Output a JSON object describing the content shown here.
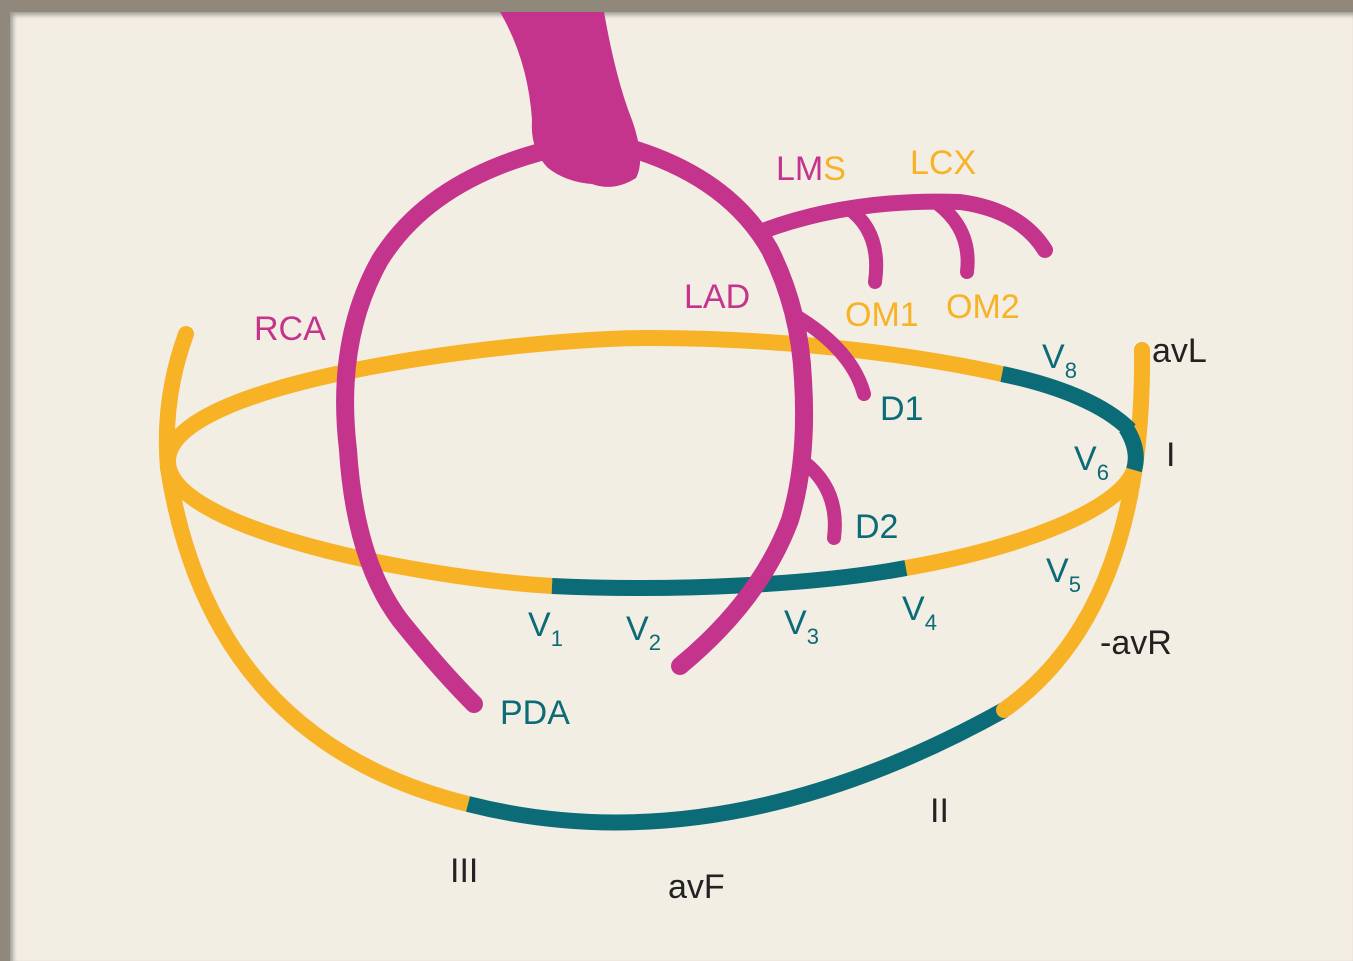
{
  "colors": {
    "artery": "#c4348d",
    "limb_yellow": "#f7b226",
    "lead_teal": "#0b6b76",
    "black_text": "#222222",
    "panel": "#f3eee4"
  },
  "labels": {
    "lms_prefix": "LM",
    "lms_suffix": "S",
    "lcx": "LCX",
    "rca": "RCA",
    "lad": "LAD",
    "om1": "OM1",
    "om2": "OM2",
    "d1": "D1",
    "d2": "D2",
    "pda": "PDA",
    "v8": "V",
    "v8_sub": "8",
    "v6": "V",
    "v6_sub": "6",
    "v5": "V",
    "v5_sub": "5",
    "v4": "V",
    "v4_sub": "4",
    "v3": "V",
    "v3_sub": "3",
    "v2": "V",
    "v2_sub": "2",
    "v1": "V",
    "v1_sub": "1",
    "avl": "avL",
    "lead_i": "I",
    "neg_avr": "-avR",
    "lead_ii": "II",
    "lead_iii": "III",
    "avf": "avF"
  }
}
